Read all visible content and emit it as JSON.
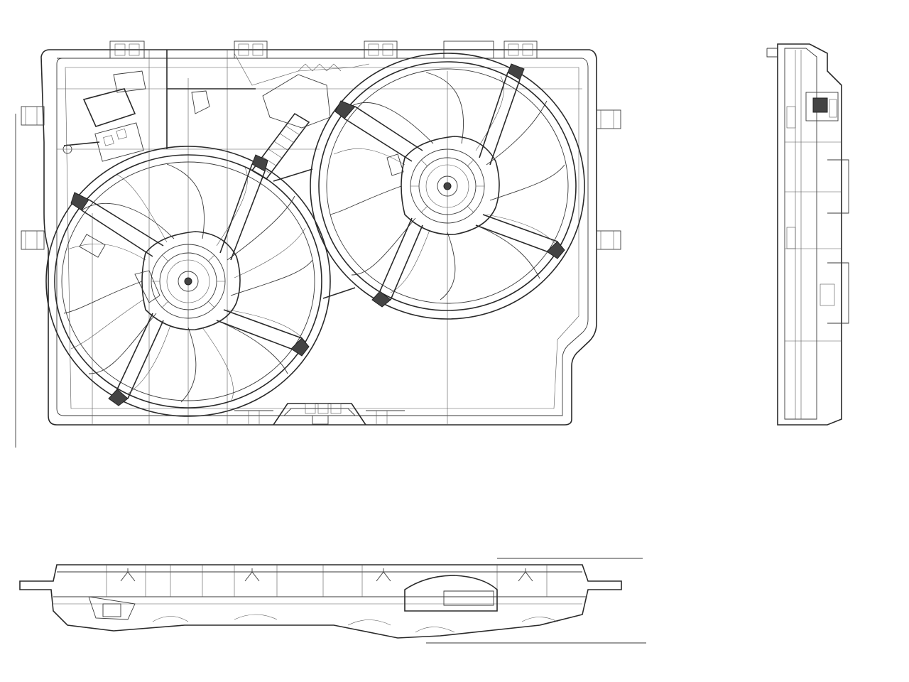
{
  "drawing": {
    "views": [
      "front-view",
      "side-view",
      "bottom-view"
    ],
    "line_color": "#2a2a2a",
    "background_color": "#ffffff"
  }
}
